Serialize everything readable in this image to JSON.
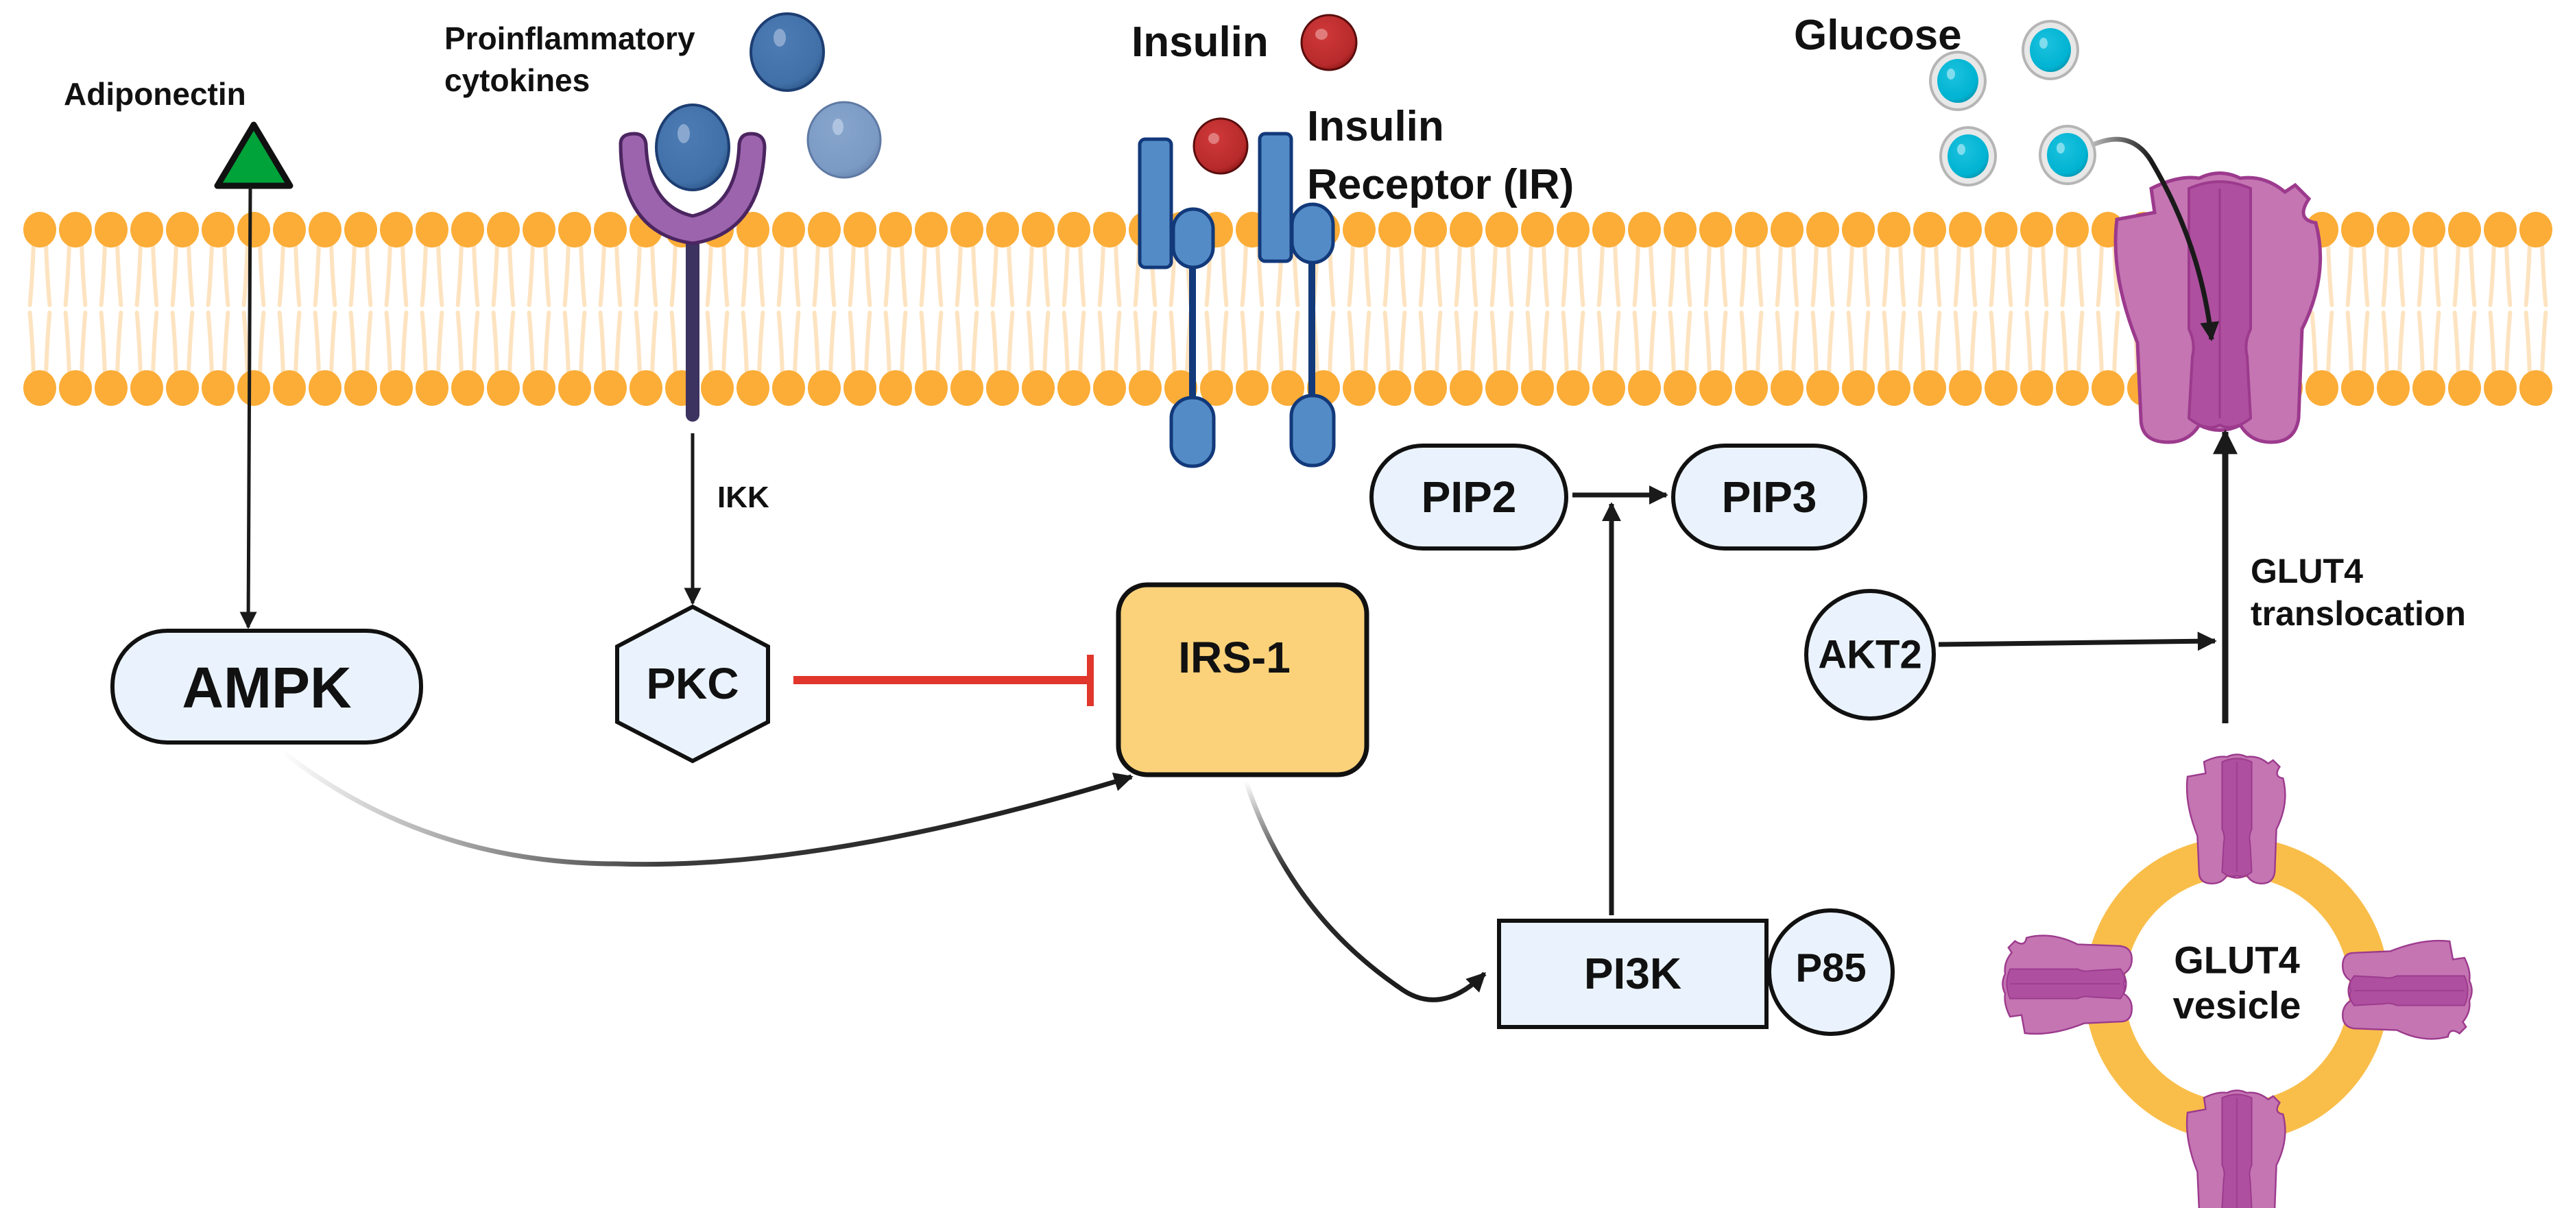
{
  "labels": {
    "adiponectin": "Adiponectin",
    "cytokines_line1": "Proinflammatory",
    "cytokines_line2": "cytokines",
    "insulin": "Insulin",
    "ir_line1": "Insulin",
    "ir_line2": "Receptor (IR)",
    "glucose": "Glucose",
    "ikk": "IKK",
    "glut4_translocation_line1": "GLUT4",
    "glut4_translocation_line2": "translocation",
    "vesicle_line1": "GLUT4",
    "vesicle_line2": "vesicle"
  },
  "nodes": {
    "ampk": "AMPK",
    "pkc": "PKC",
    "irs1": "IRS-1",
    "pip2": "PIP2",
    "pip3": "PIP3",
    "pi3k": "PI3K",
    "p85": "P85",
    "akt2": "AKT2"
  },
  "colors": {
    "lipid_head": "#FBAD37",
    "lipid_tail": "#FDE3C0",
    "node_fill": "#EAF3FD",
    "irs1_fill": "#FBD27A",
    "inhibit": "#E0362C",
    "receptor_blue": "#538BC6",
    "receptor_dark": "#12397A",
    "insulin_red": "#BE2D2E",
    "cytokine_blue": "#4473AA",
    "cytokine_light": "#7E9DC6",
    "receptor_purple": "#9C64AD",
    "glucose_cyan": "#0BB4D3",
    "glut4_purple": "#C475B2",
    "glut4_dark": "#AE4F9F",
    "vesicle_ring": "#F9BE4A",
    "adiponectin_green": "#00A23A"
  },
  "edges": [
    {
      "from": "Adiponectin",
      "to": "AMPK",
      "type": "activation"
    },
    {
      "from": "Proinflammatory cytokines",
      "to": "PKC",
      "via": "IKK",
      "type": "activation"
    },
    {
      "from": "PKC",
      "to": "IRS-1",
      "type": "inhibition"
    },
    {
      "from": "AMPK",
      "to": "IRS-1",
      "type": "activation"
    },
    {
      "from": "Insulin Receptor (IR)",
      "to": "IRS-1",
      "type": "binding"
    },
    {
      "from": "IRS-1",
      "to": "PI3K",
      "type": "activation"
    },
    {
      "from": "PI3K",
      "to": "PIP2→PIP3",
      "type": "activation"
    },
    {
      "from": "PIP2",
      "to": "PIP3",
      "type": "conversion"
    },
    {
      "from": "AKT2",
      "to": "GLUT4 translocation",
      "type": "activation"
    },
    {
      "from": "GLUT4 vesicle",
      "to": "GLUT4 transporter",
      "type": "translocation"
    },
    {
      "from": "Glucose",
      "to": "GLUT4 transporter",
      "type": "transport"
    }
  ]
}
